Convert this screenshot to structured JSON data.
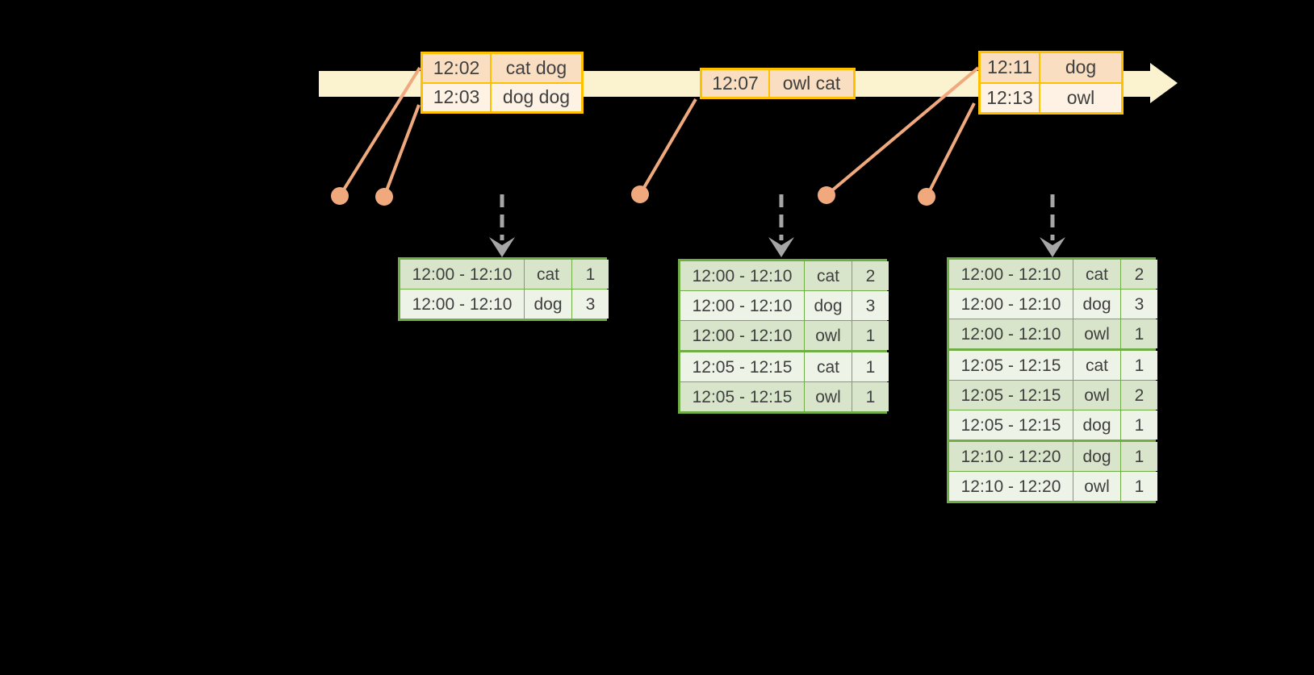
{
  "colors": {
    "background": "#000000",
    "band": "#FBF2CF",
    "event_border": "#FFC000",
    "event_row_dark": "#FADEC1",
    "event_row_light": "#FDF2E3",
    "salmon": "#F0A97D",
    "arrow_gray": "#A6A6A6",
    "table_border": "#70AD47",
    "table_row_dark": "#D9E5CB",
    "table_row_light": "#EEF3E8",
    "text": "#3F3F3F"
  },
  "timeline": {
    "event_groups": [
      {
        "rows": [
          {
            "time": "12:02",
            "words": "cat dog"
          },
          {
            "time": "12:03",
            "words": "dog dog"
          }
        ]
      },
      {
        "rows": [
          {
            "time": "12:07",
            "words": "owl cat"
          }
        ]
      },
      {
        "rows": [
          {
            "time": "12:11",
            "words": "dog"
          },
          {
            "time": "12:13",
            "words": "owl"
          }
        ]
      }
    ]
  },
  "result_tables": [
    {
      "rows": [
        {
          "window": "12:00 - 12:10",
          "word": "cat",
          "count": "1"
        },
        {
          "window": "12:00 - 12:10",
          "word": "dog",
          "count": "3"
        }
      ]
    },
    {
      "rows": [
        {
          "window": "12:00 - 12:10",
          "word": "cat",
          "count": "2"
        },
        {
          "window": "12:00 - 12:10",
          "word": "dog",
          "count": "3"
        },
        {
          "window": "12:00 - 12:10",
          "word": "owl",
          "count": "1"
        },
        {
          "window": "12:05 - 12:15",
          "word": "cat",
          "count": "1",
          "sep": true
        },
        {
          "window": "12:05 - 12:15",
          "word": "owl",
          "count": "1"
        }
      ]
    },
    {
      "rows": [
        {
          "window": "12:00 - 12:10",
          "word": "cat",
          "count": "2"
        },
        {
          "window": "12:00 - 12:10",
          "word": "dog",
          "count": "3"
        },
        {
          "window": "12:00 - 12:10",
          "word": "owl",
          "count": "1"
        },
        {
          "window": "12:05 - 12:15",
          "word": "cat",
          "count": "1",
          "sep": true
        },
        {
          "window": "12:05 - 12:15",
          "word": "owl",
          "count": "2"
        },
        {
          "window": "12:05 - 12:15",
          "word": "dog",
          "count": "1"
        },
        {
          "window": "12:10 - 12:20",
          "word": "dog",
          "count": "1",
          "sep": true
        },
        {
          "window": "12:10 - 12:20",
          "word": "owl",
          "count": "1"
        }
      ]
    }
  ]
}
